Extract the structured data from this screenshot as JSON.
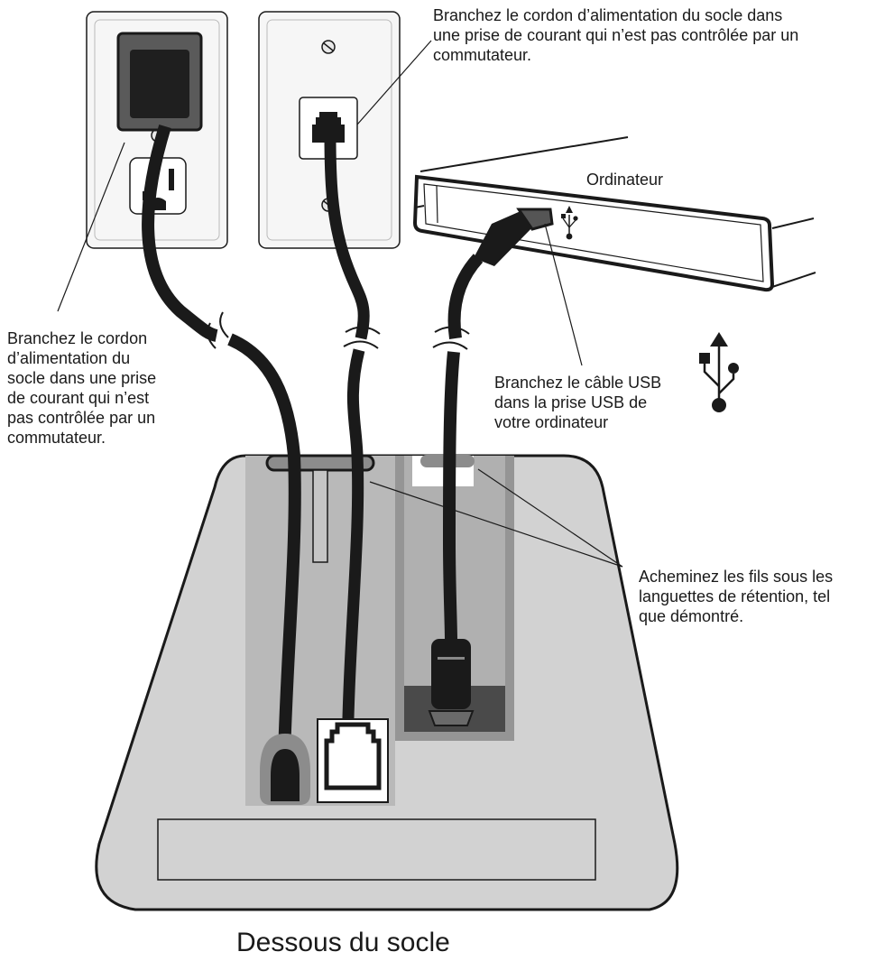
{
  "labels": {
    "wall_outlet_instruction": "Branchez le cordon d’alimentation du socle dans\nune prise de courant qui n’est pas contrôlée par un\ncommutateur.",
    "power_cord_instruction": "Branchez le cordon\nd’alimentation du\nsocle dans une prise\nde courant qui n’est\npas contrôlée par un\ncommutateur.",
    "computer": "Ordinateur",
    "usb_instruction": "Branchez le câble USB\ndans la prise USB de\nvotre ordinateur",
    "route_wires_instruction": "Acheminez les fils sous les\nlanguettes de rétention, tel\nque démontré.",
    "base_underside": "Dessous du socle"
  },
  "icons": [
    "usb-icon",
    "power-outlet-icon",
    "phone-jack-icon",
    "screw-icon"
  ],
  "colors": {
    "ink": "#1a1a1a",
    "base_fill": "#d2d2d2",
    "channel_fill": "#b9b9b9",
    "usb_channel_fill": "#959595",
    "plate_fill": "#f6f6f6"
  }
}
